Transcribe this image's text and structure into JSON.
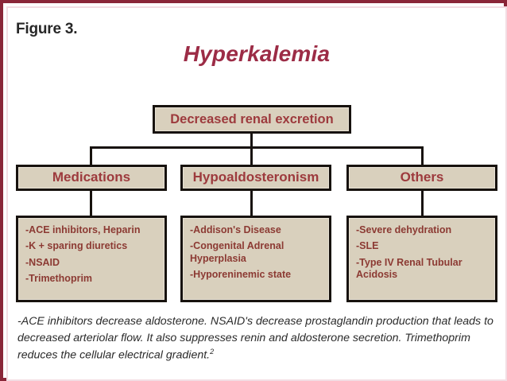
{
  "figure": {
    "label": "Figure 3.",
    "title": "Hyperkalemia"
  },
  "colors": {
    "frame": "#8a2638",
    "title_text": "#9c2c46",
    "box_fill": "#d9d0bd",
    "box_border": "#17120e",
    "heading_text": "#9d3a3d",
    "item_text": "#8c3a33",
    "footnote_text": "#2b2b2b"
  },
  "diagram": {
    "root": {
      "label": "Decreased renal excretion"
    },
    "branches": [
      {
        "label": "Medications",
        "items": [
          "-ACE inhibitors, Heparin",
          "-K + sparing diuretics",
          "-NSAID",
          "-Trimethoprim"
        ]
      },
      {
        "label": "Hypoaldosteronism",
        "items": [
          "-Addison's Disease",
          "-Congenital Adrenal\nHyperplasia",
          "-Hyporeninemic state"
        ]
      },
      {
        "label": "Others",
        "items": [
          "-Severe dehydration",
          "-SLE",
          "-Type IV Renal Tubular\nAcidosis"
        ]
      }
    ]
  },
  "footnote": {
    "text": "-ACE inhibitors decrease aldosterone.  NSAID's decrease prostaglandin production that leads to decreased arteriolar flow.  It also suppresses renin and aldosterone secretion.  Trimethoprim reduces the cellular electrical gradient.",
    "reference": "2"
  }
}
